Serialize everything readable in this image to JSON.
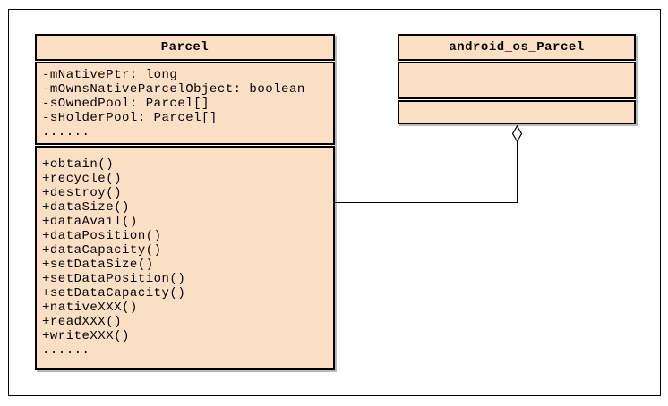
{
  "diagram": {
    "classes": [
      {
        "name": "Parcel",
        "attributes": [
          "-mNativePtr: long",
          "-mOwnsNativeParcelObject: boolean",
          "-sOwnedPool: Parcel[]",
          "-sHolderPool: Parcel[]",
          "......"
        ],
        "methods": [
          "+obtain()",
          "+recycle()",
          "+destroy()",
          "+dataSize()",
          "+dataAvail()",
          "+dataPosition()",
          "+dataCapacity()",
          "+setDataSize()",
          "+setDataPosition()",
          "+setDataCapacity()",
          "+nativeXXX()",
          "+readXXX()",
          "+writeXXX()",
          "......"
        ]
      },
      {
        "name": "android_os_Parcel",
        "attributes": [],
        "methods": []
      }
    ],
    "relationship": {
      "type": "aggregation",
      "from": "Parcel",
      "to": "android_os_Parcel",
      "diamond_end": "android_os_Parcel"
    },
    "colors": {
      "fill": "#fcdfc4",
      "border": "#000000",
      "shadow": "#b9b9b9",
      "background": "#ffffff"
    }
  }
}
